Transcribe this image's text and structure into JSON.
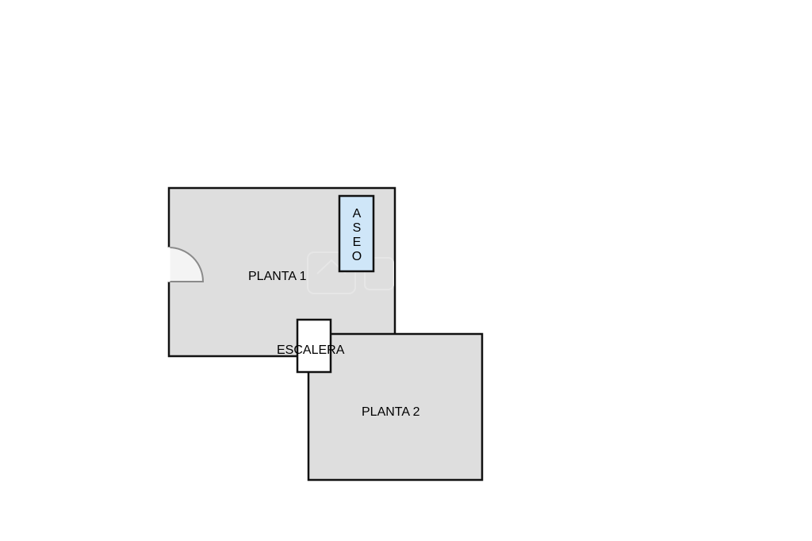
{
  "floorplan": {
    "rooms": {
      "planta_1": {
        "label": "PLANTA 1"
      },
      "planta_2": {
        "label": "PLANTA 2"
      },
      "aseo": {
        "label": "ASEO"
      },
      "escalera": {
        "label": "ESCALERA"
      }
    },
    "colors": {
      "background": "#ffffff",
      "room_fill": "#dedede",
      "room_stroke": "#111111",
      "aseo_fill": "#cfe6f8",
      "stair_fill": "#ffffff",
      "door_stroke": "#8a8a8a"
    },
    "elements": {
      "door": "door-swing-icon",
      "watermark": "logo-watermark"
    }
  }
}
